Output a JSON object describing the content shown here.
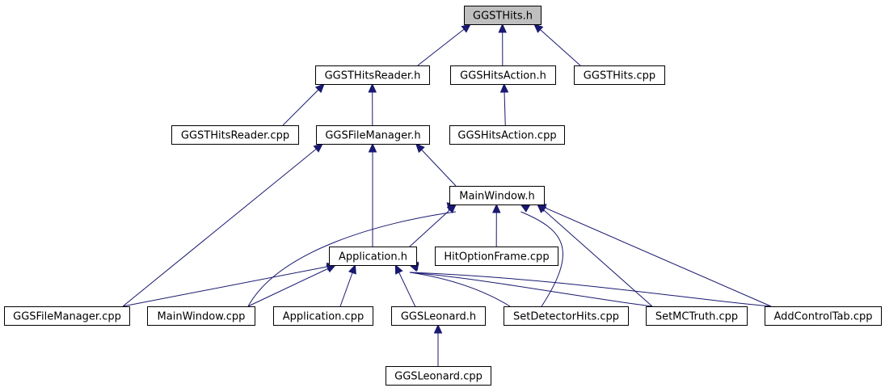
{
  "graph": {
    "nodes": [
      {
        "id": "ggsthits_h",
        "label": "GGSTHits.h",
        "highlight": true
      },
      {
        "id": "ggsthitsreader_h",
        "label": "GGSTHitsReader.h"
      },
      {
        "id": "ggshitsaction_h",
        "label": "GGSHitsAction.h"
      },
      {
        "id": "ggsthits_cpp",
        "label": "GGSTHits.cpp"
      },
      {
        "id": "ggsthitsreader_cpp",
        "label": "GGSTHitsReader.cpp"
      },
      {
        "id": "ggsfilemanager_h",
        "label": "GGSFileManager.h"
      },
      {
        "id": "ggshitsaction_cpp",
        "label": "GGSHitsAction.cpp"
      },
      {
        "id": "mainwindow_h",
        "label": "MainWindow.h"
      },
      {
        "id": "application_h",
        "label": "Application.h"
      },
      {
        "id": "hitoptionframe_cpp",
        "label": "HitOptionFrame.cpp"
      },
      {
        "id": "ggsfilemanager_cpp",
        "label": "GGSFileManager.cpp"
      },
      {
        "id": "mainwindow_cpp",
        "label": "MainWindow.cpp"
      },
      {
        "id": "application_cpp",
        "label": "Application.cpp"
      },
      {
        "id": "ggsleonard_h",
        "label": "GGSLeonard.h"
      },
      {
        "id": "setdetectorhits_cpp",
        "label": "SetDetectorHits.cpp"
      },
      {
        "id": "setmctruth_cpp",
        "label": "SetMCTruth.cpp"
      },
      {
        "id": "addcontroltab_cpp",
        "label": "AddControlTab.cpp"
      },
      {
        "id": "ggsleonard_cpp",
        "label": "GGSLeonard.cpp"
      }
    ],
    "edges": [
      {
        "from": "ggsthitsreader_h",
        "to": "ggsthits_h"
      },
      {
        "from": "ggshitsaction_h",
        "to": "ggsthits_h"
      },
      {
        "from": "ggsthits_cpp",
        "to": "ggsthits_h"
      },
      {
        "from": "ggsthitsreader_cpp",
        "to": "ggsthitsreader_h"
      },
      {
        "from": "ggsfilemanager_h",
        "to": "ggsthitsreader_h"
      },
      {
        "from": "ggshitsaction_cpp",
        "to": "ggshitsaction_h"
      },
      {
        "from": "mainwindow_h",
        "to": "ggsfilemanager_h"
      },
      {
        "from": "application_h",
        "to": "ggsfilemanager_h"
      },
      {
        "from": "ggsfilemanager_cpp",
        "to": "ggsfilemanager_h"
      },
      {
        "from": "application_h",
        "to": "mainwindow_h"
      },
      {
        "from": "hitoptionframe_cpp",
        "to": "mainwindow_h"
      },
      {
        "from": "mainwindow_cpp",
        "to": "mainwindow_h"
      },
      {
        "from": "setdetectorhits_cpp",
        "to": "mainwindow_h"
      },
      {
        "from": "setmctruth_cpp",
        "to": "mainwindow_h"
      },
      {
        "from": "addcontroltab_cpp",
        "to": "mainwindow_h"
      },
      {
        "from": "ggsfilemanager_cpp",
        "to": "application_h"
      },
      {
        "from": "mainwindow_cpp",
        "to": "application_h"
      },
      {
        "from": "application_cpp",
        "to": "application_h"
      },
      {
        "from": "ggsleonard_h",
        "to": "application_h"
      },
      {
        "from": "setdetectorhits_cpp",
        "to": "application_h"
      },
      {
        "from": "setmctruth_cpp",
        "to": "application_h"
      },
      {
        "from": "addcontroltab_cpp",
        "to": "application_h"
      },
      {
        "from": "ggsleonard_cpp",
        "to": "ggsleonard_h"
      }
    ]
  }
}
